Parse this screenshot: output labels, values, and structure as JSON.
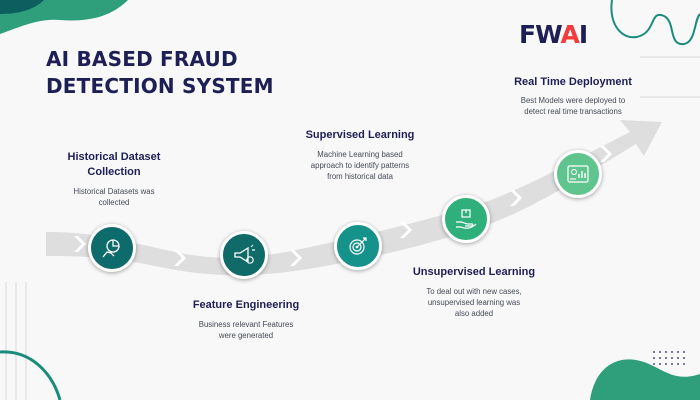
{
  "title": "AI BASED FRAUD DETECTION SYSTEM",
  "logo": {
    "part1": "FW",
    "part2": "A",
    "part3": "I"
  },
  "stages": [
    {
      "title": "Historical Dataset Collection",
      "description": "Historical Datasets was collected",
      "icon": "analytics-hand-icon"
    },
    {
      "title": "Feature Engineering",
      "description": "Business relevant Features were generated",
      "icon": "megaphone-icon"
    },
    {
      "title": "Supervised Learning",
      "description": "Machine Learning based approach to identify patterns from historical data",
      "icon": "target-icon"
    },
    {
      "title": "Unsupervised Learning",
      "description": "To deal out with new cases, unsupervised learning was also added",
      "icon": "hand-box-icon"
    },
    {
      "title": "Real Time Deployment",
      "description": "Best Models were deployed to detect real time transactions",
      "icon": "dashboard-icon"
    }
  ],
  "colors": {
    "title": "#1d1f55",
    "teal": "#0e6b6b",
    "teal_mid": "#15928a",
    "green": "#2fb07a",
    "mint": "#5fc48e",
    "arrow": "#dcdcdc",
    "logo_accent": "#f23b3b"
  }
}
